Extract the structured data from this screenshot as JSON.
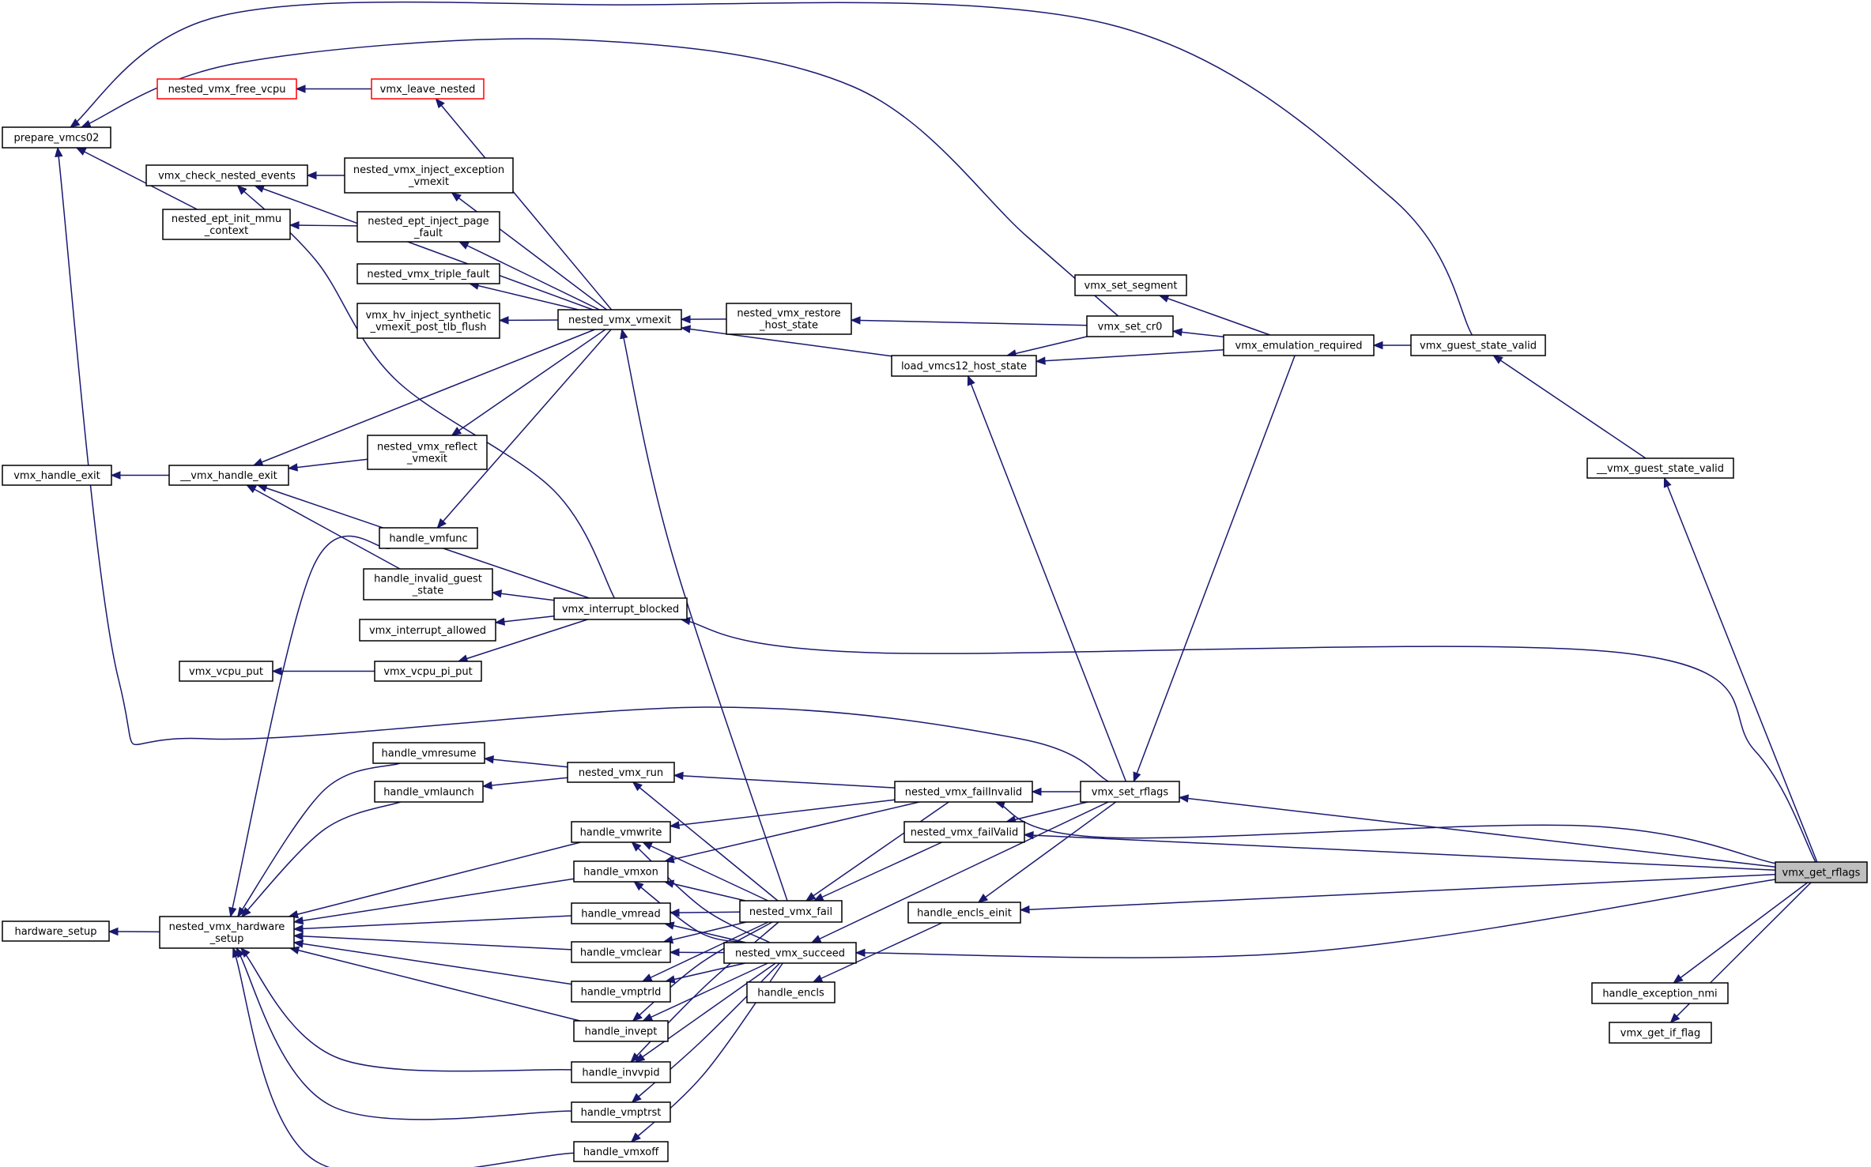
{
  "graph": {
    "nodes": [
      {
        "id": "prepare_vmcs02",
        "lines": [
          "prepare_vmcs02"
        ]
      },
      {
        "id": "nested_vmx_free_vcpu",
        "lines": [
          "nested_vmx_free_vcpu"
        ],
        "outline": "red"
      },
      {
        "id": "vmx_leave_nested",
        "lines": [
          "vmx_leave_nested"
        ],
        "outline": "red"
      },
      {
        "id": "vmx_check_nested_events",
        "lines": [
          "vmx_check_nested_events"
        ]
      },
      {
        "id": "nested_vmx_inject_exception_vmexit",
        "lines": [
          "nested_vmx_inject_exception",
          "_vmexit"
        ]
      },
      {
        "id": "nested_ept_init_mmu_context",
        "lines": [
          "nested_ept_init_mmu",
          "_context"
        ]
      },
      {
        "id": "nested_ept_inject_page_fault",
        "lines": [
          "nested_ept_inject_page",
          "_fault"
        ]
      },
      {
        "id": "nested_vmx_triple_fault",
        "lines": [
          "nested_vmx_triple_fault"
        ]
      },
      {
        "id": "vmx_hv_inject_synthetic_vmexit_post_tlb_flush",
        "lines": [
          "vmx_hv_inject_synthetic",
          "_vmexit_post_tlb_flush"
        ]
      },
      {
        "id": "nested_vmx_vmexit",
        "lines": [
          "nested_vmx_vmexit"
        ]
      },
      {
        "id": "nested_vmx_restore_host_state",
        "lines": [
          "nested_vmx_restore",
          "_host_state"
        ]
      },
      {
        "id": "vmx_set_segment",
        "lines": [
          "vmx_set_segment"
        ]
      },
      {
        "id": "vmx_set_cr0",
        "lines": [
          "vmx_set_cr0"
        ]
      },
      {
        "id": "load_vmcs12_host_state",
        "lines": [
          "load_vmcs12_host_state"
        ]
      },
      {
        "id": "vmx_emulation_required",
        "lines": [
          "vmx_emulation_required"
        ]
      },
      {
        "id": "vmx_guest_state_valid",
        "lines": [
          "vmx_guest_state_valid"
        ]
      },
      {
        "id": "__vmx_guest_state_valid",
        "lines": [
          "__vmx_guest_state_valid"
        ]
      },
      {
        "id": "vmx_handle_exit",
        "lines": [
          "vmx_handle_exit"
        ]
      },
      {
        "id": "__vmx_handle_exit",
        "lines": [
          "__vmx_handle_exit"
        ]
      },
      {
        "id": "nested_vmx_reflect_vmexit",
        "lines": [
          "nested_vmx_reflect",
          "_vmexit"
        ]
      },
      {
        "id": "handle_vmfunc",
        "lines": [
          "handle_vmfunc"
        ]
      },
      {
        "id": "handle_invalid_guest_state",
        "lines": [
          "handle_invalid_guest",
          "_state"
        ]
      },
      {
        "id": "vmx_interrupt_allowed",
        "lines": [
          "vmx_interrupt_allowed"
        ]
      },
      {
        "id": "vmx_interrupt_blocked",
        "lines": [
          "vmx_interrupt_blocked"
        ]
      },
      {
        "id": "vmx_vcpu_put",
        "lines": [
          "vmx_vcpu_put"
        ]
      },
      {
        "id": "vmx_vcpu_pi_put",
        "lines": [
          "vmx_vcpu_pi_put"
        ]
      },
      {
        "id": "handle_vmresume",
        "lines": [
          "handle_vmresume"
        ]
      },
      {
        "id": "handle_vmlaunch",
        "lines": [
          "handle_vmlaunch"
        ]
      },
      {
        "id": "nested_vmx_run",
        "lines": [
          "nested_vmx_run"
        ]
      },
      {
        "id": "nested_vmx_failInvalid",
        "lines": [
          "nested_vmx_failInvalid"
        ]
      },
      {
        "id": "vmx_set_rflags",
        "lines": [
          "vmx_set_rflags"
        ]
      },
      {
        "id": "nested_vmx_failValid",
        "lines": [
          "nested_vmx_failValid"
        ]
      },
      {
        "id": "handle_vmwrite",
        "lines": [
          "handle_vmwrite"
        ]
      },
      {
        "id": "handle_vmxon",
        "lines": [
          "handle_vmxon"
        ]
      },
      {
        "id": "handle_vmread",
        "lines": [
          "handle_vmread"
        ]
      },
      {
        "id": "nested_vmx_fail",
        "lines": [
          "nested_vmx_fail"
        ]
      },
      {
        "id": "handle_encls_einit",
        "lines": [
          "handle_encls_einit"
        ]
      },
      {
        "id": "hardware_setup",
        "lines": [
          "hardware_setup"
        ]
      },
      {
        "id": "nested_vmx_hardware_setup",
        "lines": [
          "nested_vmx_hardware",
          "_setup"
        ]
      },
      {
        "id": "handle_vmclear",
        "lines": [
          "handle_vmclear"
        ]
      },
      {
        "id": "nested_vmx_succeed",
        "lines": [
          "nested_vmx_succeed"
        ]
      },
      {
        "id": "handle_vmptrld",
        "lines": [
          "handle_vmptrld"
        ]
      },
      {
        "id": "handle_encls",
        "lines": [
          "handle_encls"
        ]
      },
      {
        "id": "handle_invept",
        "lines": [
          "handle_invept"
        ]
      },
      {
        "id": "handle_invvpid",
        "lines": [
          "handle_invvpid"
        ]
      },
      {
        "id": "handle_vmptrst",
        "lines": [
          "handle_vmptrst"
        ]
      },
      {
        "id": "handle_vmxoff",
        "lines": [
          "handle_vmxoff"
        ]
      },
      {
        "id": "vmx_get_rflags",
        "lines": [
          "vmx_get_rflags"
        ],
        "focus": true
      },
      {
        "id": "handle_exception_nmi",
        "lines": [
          "handle_exception_nmi"
        ]
      },
      {
        "id": "vmx_get_if_flag",
        "lines": [
          "vmx_get_if_flag"
        ]
      }
    ],
    "edges": [
      {
        "from": "nested_vmx_free_vcpu",
        "to": "vmx_leave_nested"
      },
      {
        "from": "vmx_leave_nested",
        "to": "nested_vmx_vmexit"
      },
      {
        "from": "vmx_check_nested_events",
        "to": "nested_vmx_inject_exception_vmexit"
      },
      {
        "from": "vmx_check_nested_events",
        "to": "nested_vmx_vmexit"
      },
      {
        "from": "vmx_check_nested_events",
        "to": "vmx_interrupt_blocked"
      },
      {
        "from": "nested_vmx_inject_exception_vmexit",
        "to": "nested_vmx_vmexit"
      },
      {
        "from": "nested_ept_init_mmu_context",
        "to": "nested_ept_inject_page_fault"
      },
      {
        "from": "nested_ept_inject_page_fault",
        "to": "nested_vmx_vmexit"
      },
      {
        "from": "nested_vmx_triple_fault",
        "to": "nested_vmx_vmexit"
      },
      {
        "from": "vmx_hv_inject_synthetic_vmexit_post_tlb_flush",
        "to": "nested_vmx_vmexit"
      },
      {
        "from": "prepare_vmcs02",
        "to": "nested_ept_init_mmu_context"
      },
      {
        "from": "prepare_vmcs02",
        "to": "vmx_set_cr0"
      },
      {
        "from": "prepare_vmcs02",
        "to": "vmx_guest_state_valid"
      },
      {
        "from": "prepare_vmcs02",
        "to": "vmx_set_rflags"
      },
      {
        "from": "nested_vmx_vmexit",
        "to": "nested_vmx_restore_host_state"
      },
      {
        "from": "nested_vmx_vmexit",
        "to": "load_vmcs12_host_state"
      },
      {
        "from": "nested_vmx_vmexit",
        "to": "nested_vmx_fail"
      },
      {
        "from": "nested_vmx_restore_host_state",
        "to": "vmx_set_cr0"
      },
      {
        "from": "load_vmcs12_host_state",
        "to": "vmx_set_cr0"
      },
      {
        "from": "load_vmcs12_host_state",
        "to": "vmx_emulation_required"
      },
      {
        "from": "load_vmcs12_host_state",
        "to": "vmx_set_rflags"
      },
      {
        "from": "vmx_set_segment",
        "to": "vmx_emulation_required"
      },
      {
        "from": "vmx_set_cr0",
        "to": "vmx_emulation_required"
      },
      {
        "from": "vmx_emulation_required",
        "to": "vmx_guest_state_valid"
      },
      {
        "from": "vmx_guest_state_valid",
        "to": "__vmx_guest_state_valid"
      },
      {
        "from": "__vmx_guest_state_valid",
        "to": "vmx_get_rflags"
      },
      {
        "from": "vmx_handle_exit",
        "to": "__vmx_handle_exit"
      },
      {
        "from": "__vmx_handle_exit",
        "to": "nested_vmx_vmexit"
      },
      {
        "from": "__vmx_handle_exit",
        "to": "nested_vmx_reflect_vmexit"
      },
      {
        "from": "__vmx_handle_exit",
        "to": "handle_invalid_guest_state"
      },
      {
        "from": "__vmx_handle_exit",
        "to": "vmx_interrupt_blocked"
      },
      {
        "from": "nested_vmx_reflect_vmexit",
        "to": "nested_vmx_vmexit"
      },
      {
        "from": "handle_vmfunc",
        "to": "nested_vmx_vmexit"
      },
      {
        "from": "handle_invalid_guest_state",
        "to": "vmx_interrupt_blocked"
      },
      {
        "from": "vmx_interrupt_allowed",
        "to": "vmx_interrupt_blocked"
      },
      {
        "from": "vmx_vcpu_put",
        "to": "vmx_vcpu_pi_put"
      },
      {
        "from": "vmx_vcpu_pi_put",
        "to": "vmx_interrupt_blocked"
      },
      {
        "from": "vmx_interrupt_blocked",
        "to": "vmx_get_rflags"
      },
      {
        "from": "handle_vmresume",
        "to": "nested_vmx_run"
      },
      {
        "from": "handle_vmlaunch",
        "to": "nested_vmx_run"
      },
      {
        "from": "nested_vmx_run",
        "to": "nested_vmx_failInvalid"
      },
      {
        "from": "nested_vmx_run",
        "to": "nested_vmx_fail"
      },
      {
        "from": "nested_vmx_failInvalid",
        "to": "vmx_set_rflags"
      },
      {
        "from": "nested_vmx_failInvalid",
        "to": "vmx_get_rflags"
      },
      {
        "from": "nested_vmx_failValid",
        "to": "vmx_set_rflags"
      },
      {
        "from": "nested_vmx_failValid",
        "to": "vmx_get_rflags"
      },
      {
        "from": "vmx_set_rflags",
        "to": "vmx_emulation_required"
      },
      {
        "from": "vmx_set_rflags",
        "to": "vmx_get_rflags"
      },
      {
        "from": "handle_vmwrite",
        "to": "nested_vmx_failInvalid"
      },
      {
        "from": "handle_vmwrite",
        "to": "nested_vmx_fail"
      },
      {
        "from": "handle_vmwrite",
        "to": "nested_vmx_succeed"
      },
      {
        "from": "handle_vmxon",
        "to": "nested_vmx_failInvalid"
      },
      {
        "from": "handle_vmxon",
        "to": "nested_vmx_fail"
      },
      {
        "from": "handle_vmxon",
        "to": "nested_vmx_succeed"
      },
      {
        "from": "handle_vmread",
        "to": "nested_vmx_fail"
      },
      {
        "from": "handle_vmread",
        "to": "nested_vmx_succeed"
      },
      {
        "from": "nested_vmx_fail",
        "to": "nested_vmx_failInvalid"
      },
      {
        "from": "nested_vmx_fail",
        "to": "nested_vmx_failValid"
      },
      {
        "from": "handle_vmclear",
        "to": "nested_vmx_fail"
      },
      {
        "from": "handle_vmclear",
        "to": "nested_vmx_succeed"
      },
      {
        "from": "handle_vmptrld",
        "to": "nested_vmx_fail"
      },
      {
        "from": "handle_vmptrld",
        "to": "nested_vmx_succeed"
      },
      {
        "from": "handle_invept",
        "to": "nested_vmx_fail"
      },
      {
        "from": "handle_invept",
        "to": "nested_vmx_succeed"
      },
      {
        "from": "handle_invvpid",
        "to": "nested_vmx_fail"
      },
      {
        "from": "handle_invvpid",
        "to": "nested_vmx_succeed"
      },
      {
        "from": "handle_vmptrst",
        "to": "nested_vmx_succeed"
      },
      {
        "from": "handle_vmxoff",
        "to": "nested_vmx_succeed"
      },
      {
        "from": "nested_vmx_succeed",
        "to": "vmx_set_rflags"
      },
      {
        "from": "nested_vmx_succeed",
        "to": "vmx_get_rflags"
      },
      {
        "from": "handle_encls",
        "to": "handle_encls_einit"
      },
      {
        "from": "handle_encls_einit",
        "to": "vmx_set_rflags"
      },
      {
        "from": "handle_encls_einit",
        "to": "vmx_get_rflags"
      },
      {
        "from": "hardware_setup",
        "to": "nested_vmx_hardware_setup"
      },
      {
        "from": "nested_vmx_hardware_setup",
        "to": "handle_vmfunc"
      },
      {
        "from": "nested_vmx_hardware_setup",
        "to": "handle_vmresume"
      },
      {
        "from": "nested_vmx_hardware_setup",
        "to": "handle_vmlaunch"
      },
      {
        "from": "nested_vmx_hardware_setup",
        "to": "handle_vmwrite"
      },
      {
        "from": "nested_vmx_hardware_setup",
        "to": "handle_vmxon"
      },
      {
        "from": "nested_vmx_hardware_setup",
        "to": "handle_vmread"
      },
      {
        "from": "nested_vmx_hardware_setup",
        "to": "handle_vmclear"
      },
      {
        "from": "nested_vmx_hardware_setup",
        "to": "handle_vmptrld"
      },
      {
        "from": "nested_vmx_hardware_setup",
        "to": "handle_invept"
      },
      {
        "from": "nested_vmx_hardware_setup",
        "to": "handle_invvpid"
      },
      {
        "from": "nested_vmx_hardware_setup",
        "to": "handle_vmptrst"
      },
      {
        "from": "nested_vmx_hardware_setup",
        "to": "handle_vmxoff"
      },
      {
        "from": "handle_exception_nmi",
        "to": "vmx_get_rflags"
      },
      {
        "from": "vmx_get_if_flag",
        "to": "vmx_get_rflags"
      }
    ]
  }
}
